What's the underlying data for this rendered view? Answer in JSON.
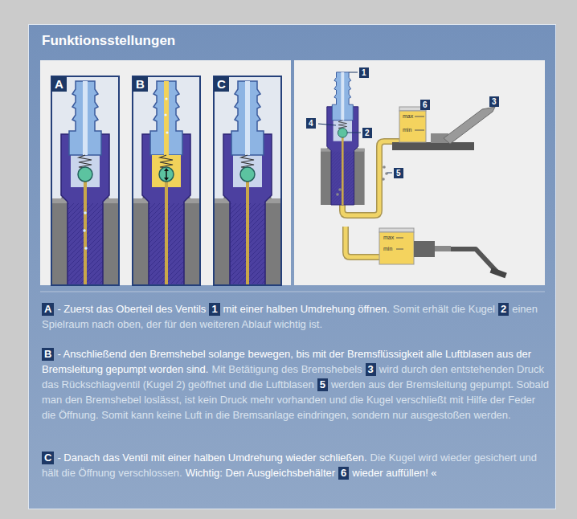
{
  "diagram": {
    "title": "Funktionsstellungen",
    "labels": [
      "A",
      "B",
      "C",
      "1",
      "6",
      "3",
      "4",
      "2",
      "5",
      "max",
      "min",
      "max",
      "min",
      "A",
      "- Zuerst das Oberteil des Ventils",
      "1",
      "mit einer halben Umdrehung öffnen.",
      "Somit erhält die Kugel",
      "2",
      "einen Spielraum nach oben, der für den weiteren Ablauf wichtig ist.",
      "B",
      "- Anschließend den Bremshebel solange bewegen, bis mit der Bremsflüssigkeit alle Luftblasen aus der Bremsleitung gepumpt worden sind.",
      "Mit Betätigung des Bremshebels",
      "3",
      "wird durch den entstehenden Druck das Rückschlagventil (Kugel 2) geöffnet und die Luftblasen",
      "5",
      "werden aus der Bremsleitung gepumpt. Sobald man den Bremshebel loslässt, ist kein Druck mehr vorhanden und die Kugel verschließt mit Hilfe der Feder die Öffnung. Somit kann keine Luft in die Bremsanlage eindringen, sondern nur ausgestoßen werden.",
      "C",
      "- Danach das Ventil mit einer halben Umdrehung wieder schließen.",
      "Die Kugel wird wieder gesichert und hält die Öffnung verschlossen.",
      "Wichtig: Den Ausgleichsbehälter",
      "6",
      "wieder auffüllen! «"
    ]
  }
}
